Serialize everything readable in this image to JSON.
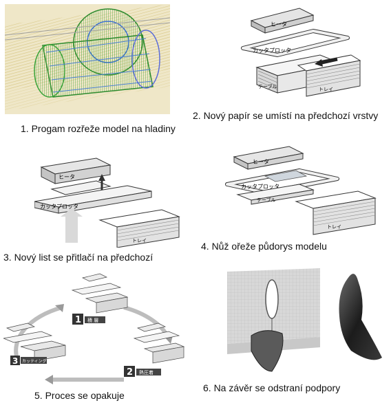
{
  "captions": {
    "step1": "1. Progam rozřeže model na hladiny",
    "step2": "2. Nový papír se umístí na předchozí vrstvy",
    "step3": "3. Nový list se přitlačí na předchozí",
    "step4": "4. Nůž ořeže půdorys modelu",
    "step5": "5. Proces se opakuje",
    "step6": "6. Na závěr se odstraní podpory"
  },
  "machine_labels": {
    "heater": "ヒータ",
    "cutter_plotter": "カッタプロッタ",
    "table": "テーブル",
    "tray": "トレイ"
  },
  "cycle": {
    "step1_num": "1",
    "step1_label": "積 層",
    "step2_num": "2",
    "step2_label": "熱圧着",
    "step3_num": "3",
    "step3_label": "カッティング"
  }
}
